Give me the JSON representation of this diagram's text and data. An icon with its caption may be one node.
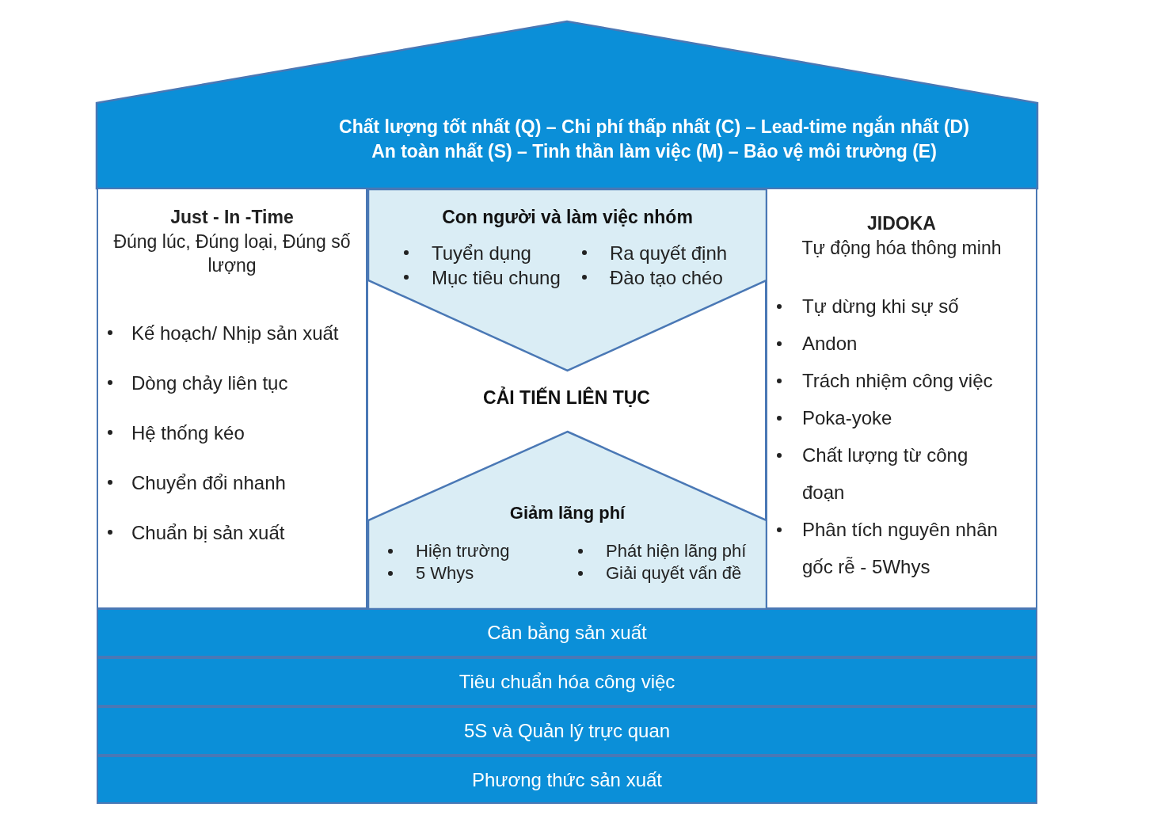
{
  "diagram": {
    "nodes": [
      {
        "text": [
          "Chất lượng tốt nhất (Q) – Chi phí thấp nhất (C) – Lead-time ngắn nhất (D)",
          "An toàn nhất (S) – Tinh thần làm việc (M) – Bảo vệ môi trường (E)"
        ]
      },
      {
        "text": [
          "Just - In -Time",
          "Đúng lúc, Đúng loại, Đúng số lượng",
          "Kế hoạch/ Nhịp sản xuất",
          "Dòng chảy liên tục",
          "Hệ thống kéo",
          "Chuyển đổi nhanh",
          "Chuẩn bị sản xuất"
        ]
      },
      {
        "text": [
          "CẢI TIẾN LIÊN TỤC"
        ]
      },
      {
        "text": [
          "Con người và làm việc nhóm",
          "Tuyển dụng",
          "Ra quyết định",
          "Mục tiêu chung",
          "Đào tạo chéo"
        ],
        "in": 2
      },
      {
        "text": [
          "Giảm lãng phí",
          "Hiện trường",
          "Phát hiện lãng phí",
          "5 Whys",
          "Giải quyết vấn đề"
        ],
        "in": 2
      },
      {
        "text": [
          "JIDOKA",
          "Tự động hóa thông minh",
          "Tự dừng khi sự số",
          "Andon",
          "Trách nhiệm công việc",
          "Poka-yoke",
          "Chất lượng từ công đoạn",
          "Phân tích nguyên nhân gốc rễ - 5Whys"
        ]
      },
      {
        "text": [
          "Cân bằng sản xuất"
        ]
      },
      {
        "text": [
          "Tiêu chuẩn hóa công việc"
        ]
      },
      {
        "text": [
          "5S và Quản lý trực quan"
        ]
      },
      {
        "text": [
          "Phương thức sản xuất"
        ]
      }
    ]
  }
}
